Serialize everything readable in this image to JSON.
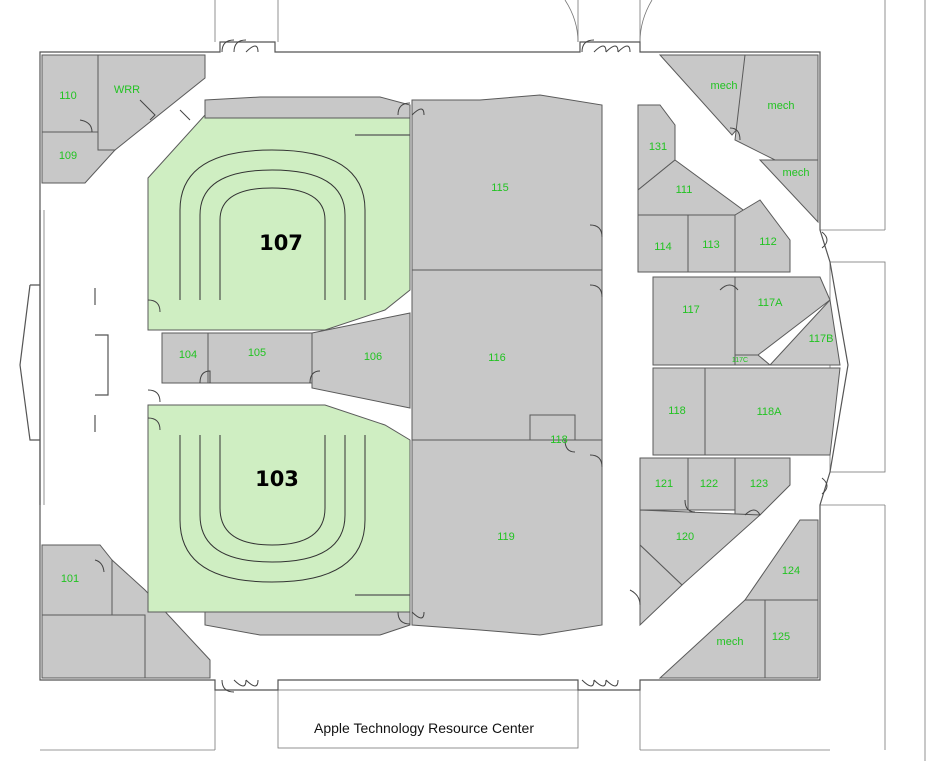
{
  "plan": {
    "caption": "Apple Technology Resource Center",
    "colors": {
      "room": "#c8c8c8",
      "lab": "#cfeec2",
      "label": "#22c322",
      "wall": "#555555"
    },
    "rooms": [
      {
        "id": "r110",
        "label": "110"
      },
      {
        "id": "rwrr",
        "label": "WRR"
      },
      {
        "id": "r109",
        "label": "109"
      },
      {
        "id": "r107",
        "label": "107"
      },
      {
        "id": "r104",
        "label": "104"
      },
      {
        "id": "r105",
        "label": "105"
      },
      {
        "id": "r106",
        "label": "106"
      },
      {
        "id": "r103",
        "label": "103"
      },
      {
        "id": "r101",
        "label": "101"
      },
      {
        "id": "r115",
        "label": "115"
      },
      {
        "id": "r116",
        "label": "116"
      },
      {
        "id": "r118s",
        "label": "118"
      },
      {
        "id": "r119",
        "label": "119"
      },
      {
        "id": "rmech1",
        "label": "mech"
      },
      {
        "id": "rmech2",
        "label": "mech"
      },
      {
        "id": "rmech3",
        "label": "mech"
      },
      {
        "id": "r131",
        "label": "131"
      },
      {
        "id": "r111",
        "label": "111"
      },
      {
        "id": "r114",
        "label": "114"
      },
      {
        "id": "r113",
        "label": "113"
      },
      {
        "id": "r112",
        "label": "112"
      },
      {
        "id": "r117",
        "label": "117"
      },
      {
        "id": "r117a",
        "label": "117A"
      },
      {
        "id": "r117b",
        "label": "117B"
      },
      {
        "id": "r117c",
        "label": "117C"
      },
      {
        "id": "r118",
        "label": "118"
      },
      {
        "id": "r118a",
        "label": "118A"
      },
      {
        "id": "r121",
        "label": "121"
      },
      {
        "id": "r122",
        "label": "122"
      },
      {
        "id": "r123",
        "label": "123"
      },
      {
        "id": "r120",
        "label": "120"
      },
      {
        "id": "r124",
        "label": "124"
      },
      {
        "id": "rmech4",
        "label": "mech"
      },
      {
        "id": "r125",
        "label": "125"
      }
    ]
  }
}
